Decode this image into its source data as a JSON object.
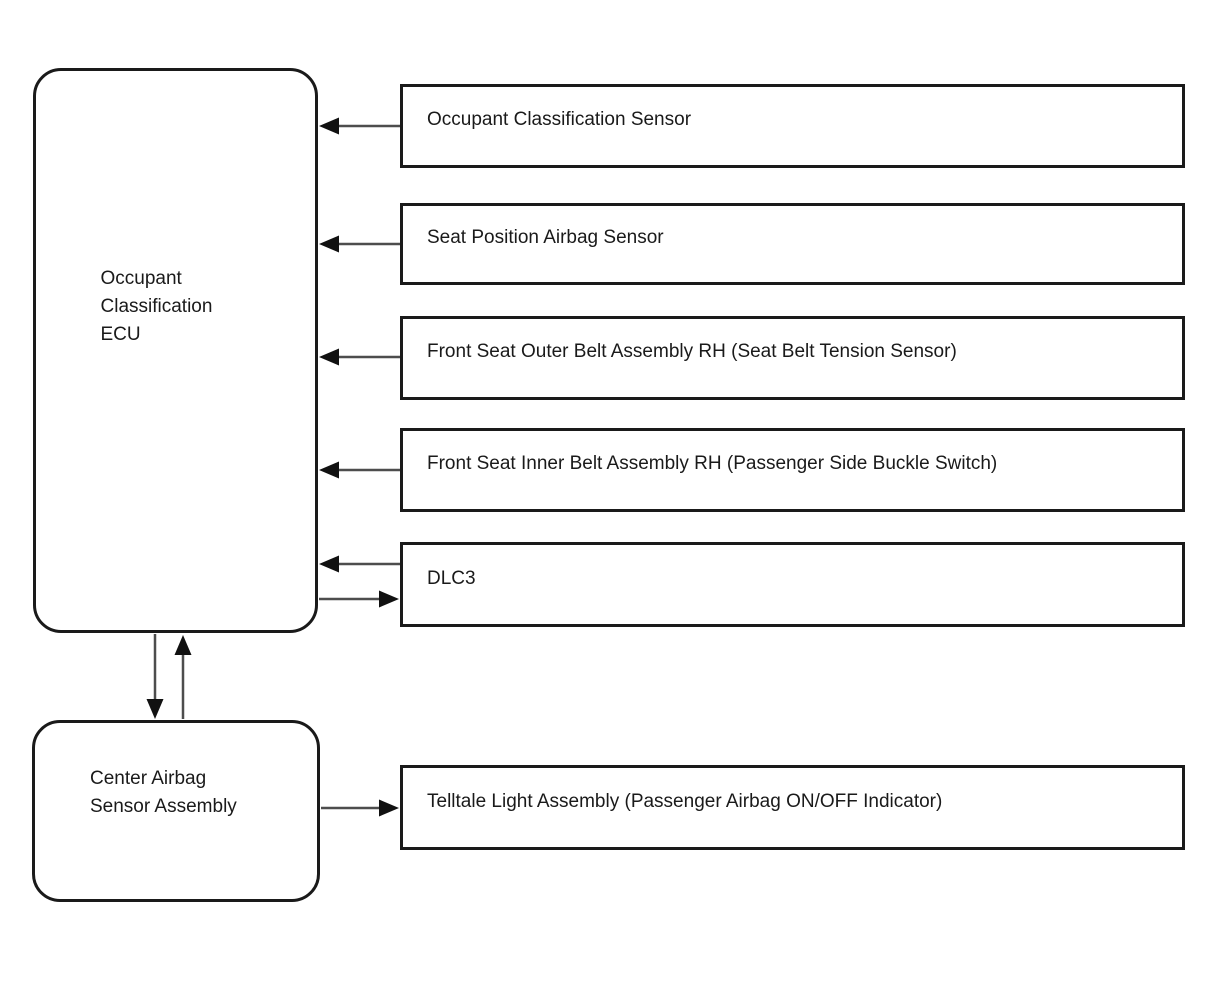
{
  "background": "#ffffff",
  "colors": {
    "box_border": "#1a1a1a",
    "arrow_line": "#4d4d4d",
    "arrow_head": "#111111",
    "text": "#1a1a1a"
  },
  "nodes": {
    "occupant_classification_ecu": {
      "label": "Occupant Classification ECU",
      "shape": "rounded"
    },
    "occupant_classification_sensor": {
      "label": "Occupant Classification Sensor",
      "shape": "rect"
    },
    "seat_position_airbag_sensor": {
      "label": "Seat Position Airbag Sensor",
      "shape": "rect"
    },
    "front_seat_outer_belt": {
      "label": "Front Seat Outer Belt Assembly RH (Seat Belt Tension Sensor)",
      "shape": "rect"
    },
    "front_seat_inner_belt": {
      "label": "Front Seat Inner Belt Assembly RH (Passenger Side Buckle Switch)",
      "shape": "rect"
    },
    "dlc3": {
      "label": "DLC3",
      "shape": "rect"
    },
    "center_airbag_sensor_assembly": {
      "label": "Center Airbag Sensor Assembly",
      "shape": "rounded"
    },
    "telltale_light_assembly": {
      "label": "Telltale Light Assembly (Passenger Airbag ON/OFF Indicator)",
      "shape": "rect"
    }
  },
  "connections": [
    {
      "from": "occupant_classification_sensor",
      "to": "occupant_classification_ecu"
    },
    {
      "from": "seat_position_airbag_sensor",
      "to": "occupant_classification_ecu"
    },
    {
      "from": "front_seat_outer_belt",
      "to": "occupant_classification_ecu"
    },
    {
      "from": "front_seat_inner_belt",
      "to": "occupant_classification_ecu"
    },
    {
      "from": "dlc3",
      "to": "occupant_classification_ecu"
    },
    {
      "from": "occupant_classification_ecu",
      "to": "dlc3"
    },
    {
      "from": "occupant_classification_ecu",
      "to": "center_airbag_sensor_assembly"
    },
    {
      "from": "center_airbag_sensor_assembly",
      "to": "occupant_classification_ecu"
    },
    {
      "from": "center_airbag_sensor_assembly",
      "to": "telltale_light_assembly"
    }
  ]
}
